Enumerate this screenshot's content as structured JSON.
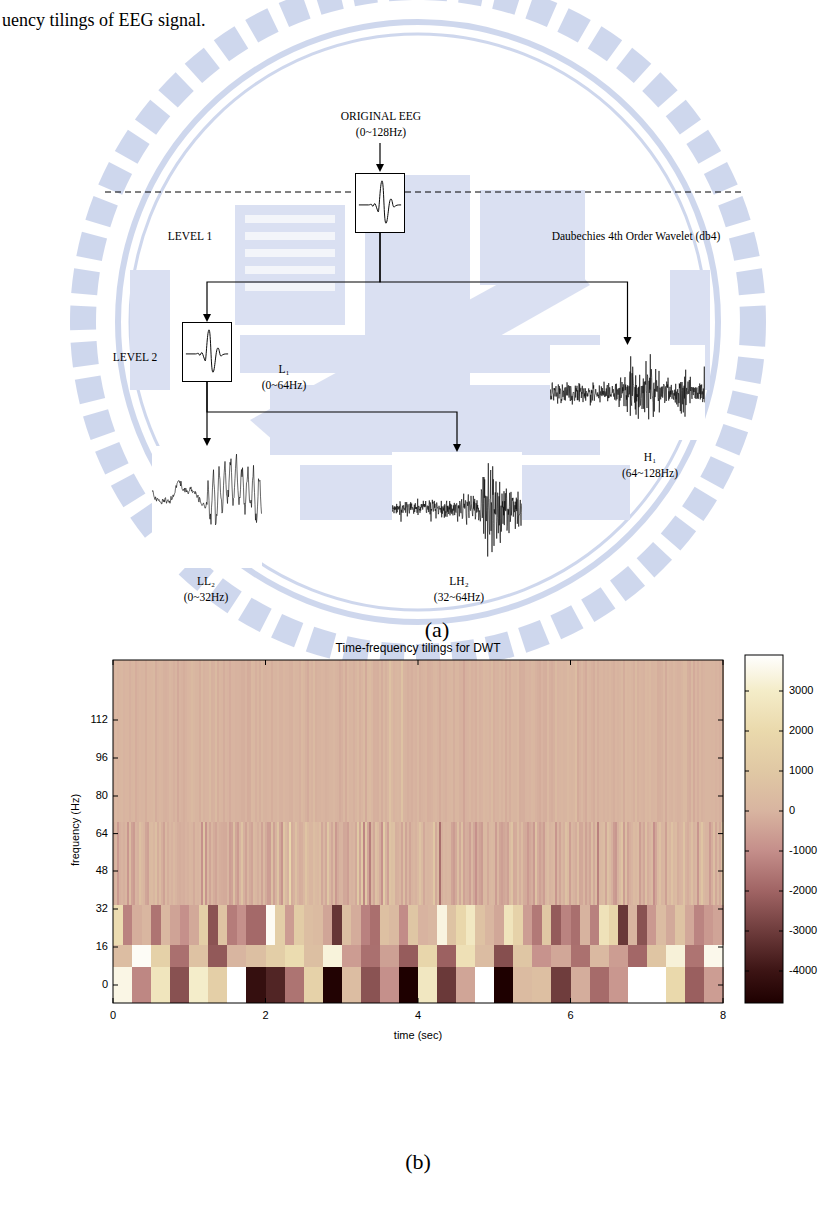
{
  "diagram": {
    "caption": "uency tilings of EEG signal.",
    "nodes": [
      {
        "text": [
          "ORIGINAL EEG (0~128Hz)"
        ]
      },
      {
        "text": [
          "L₁ (0~64Hz)"
        ]
      },
      {
        "text": [
          "H₁ (64~128Hz)"
        ]
      },
      {
        "text": [
          "LL₂ (0~32Hz)"
        ]
      },
      {
        "text": [
          "LH₂ (32~64Hz)"
        ]
      }
    ],
    "edges": [
      {
        "from": 0,
        "to": 1,
        "arrow": "to"
      },
      {
        "from": 0,
        "to": 2,
        "arrow": "to"
      },
      {
        "from": 1,
        "to": 3,
        "arrow": "to"
      },
      {
        "from": 1,
        "to": 4,
        "arrow": "to"
      }
    ],
    "labels": [
      "LEVEL 1",
      "Daubechies 4th Order Wavelet (db4)",
      "LEVEL 2",
      "(a)",
      "Time-frequency tilings for DWT",
      "112",
      "96",
      "80",
      "64",
      "48",
      "32",
      "16",
      "0",
      "frequency (Hz)",
      "0",
      "2",
      "4",
      "6",
      "8",
      "time (sec)",
      "3000",
      "2000",
      "1000",
      "0",
      "-1000",
      "-2000",
      "-3000",
      "-4000",
      "(b)"
    ]
  }
}
